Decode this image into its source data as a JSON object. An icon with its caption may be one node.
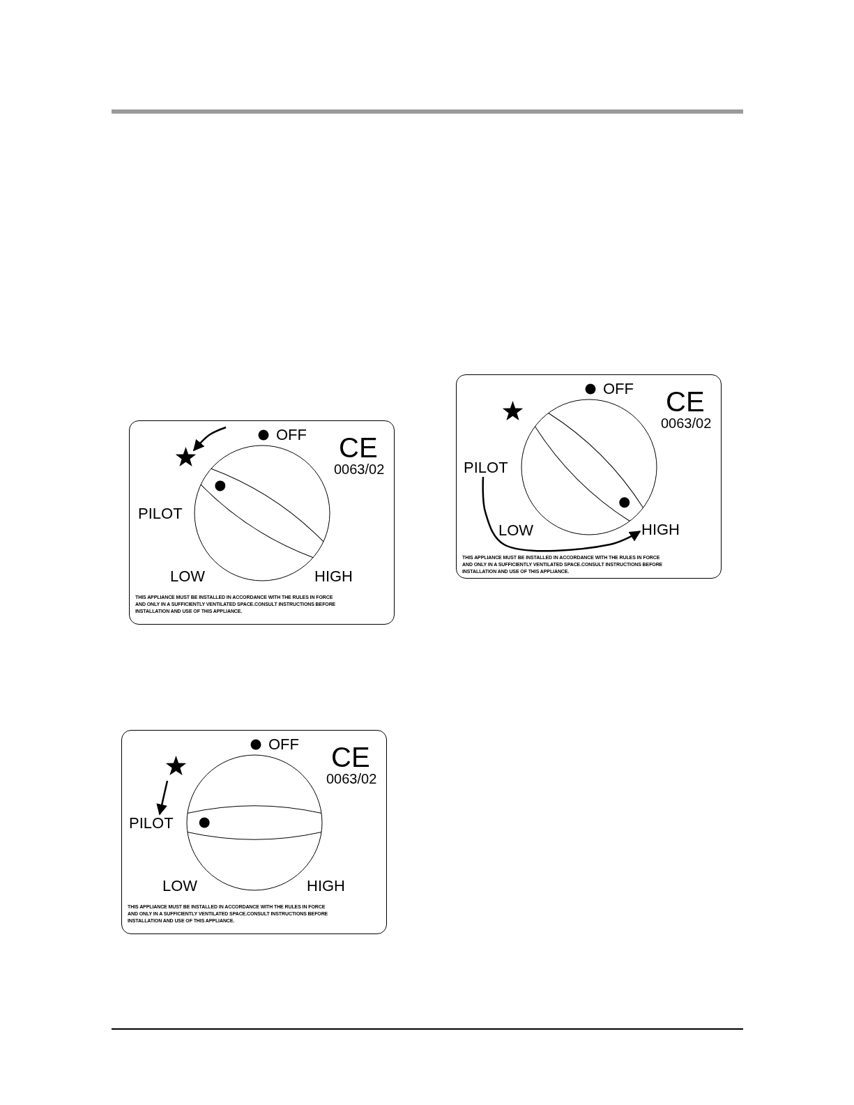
{
  "diagram": {
    "nodes": [
      {
        "text": [],
        "shape": "box"
      },
      {
        "text": [],
        "shape": "star",
        "in": 0
      },
      {
        "text": [],
        "shape": "box"
      },
      {
        "text": [],
        "shape": "star",
        "in": 2
      },
      {
        "text": [
          "PILOT"
        ],
        "in": 2
      },
      {
        "text": [
          "HIGH"
        ],
        "in": 2
      },
      {
        "text": [],
        "shape": "box"
      },
      {
        "text": [],
        "shape": "star",
        "in": 6
      },
      {
        "text": [
          "PILOT"
        ],
        "in": 6
      }
    ],
    "edges": [
      {
        "from": null,
        "to": 1,
        "arrow": "to"
      },
      {
        "from": 4,
        "to": 5,
        "arrow": "to"
      },
      {
        "from": 7,
        "to": 8,
        "arrow": "to"
      }
    ],
    "labels": [
      "OFF",
      "CE",
      "0063/02",
      "PILOT",
      "LOW",
      "HIGH",
      "THIS APPLIANCE MUST BE INSTALLED IN ACCORDANCE WITH THE RULES IN FORCE AND ONLY IN A SUFFICIENTLY VENTILATED SPACE.CONSULT INSTRUCTIONS BEFORE INSTALLATION AND USE OF THIS APPLIANCE.",
      "OFF",
      "CE",
      "0063/02",
      "LOW",
      "THIS APPLIANCE MUST BE INSTALLED IN ACCORDANCE WITH THE RULES IN FORCE AND ONLY IN A SUFFICIENTLY VENTILATED SPACE.CONSULT INSTRUCTIONS BEFORE INSTALLATION AND USE OF THIS APPLIANCE.",
      "OFF",
      "CE",
      "0063/02",
      "LOW",
      "HIGH",
      "THIS APPLIANCE MUST BE INSTALLED IN ACCORDANCE WITH THE RULES IN FORCE AND ONLY IN A SUFFICIENTLY VENTILATED SPACE.CONSULT INSTRUCTIONS BEFORE INSTALLATION AND USE OF THIS APPLIANCE."
    ]
  }
}
